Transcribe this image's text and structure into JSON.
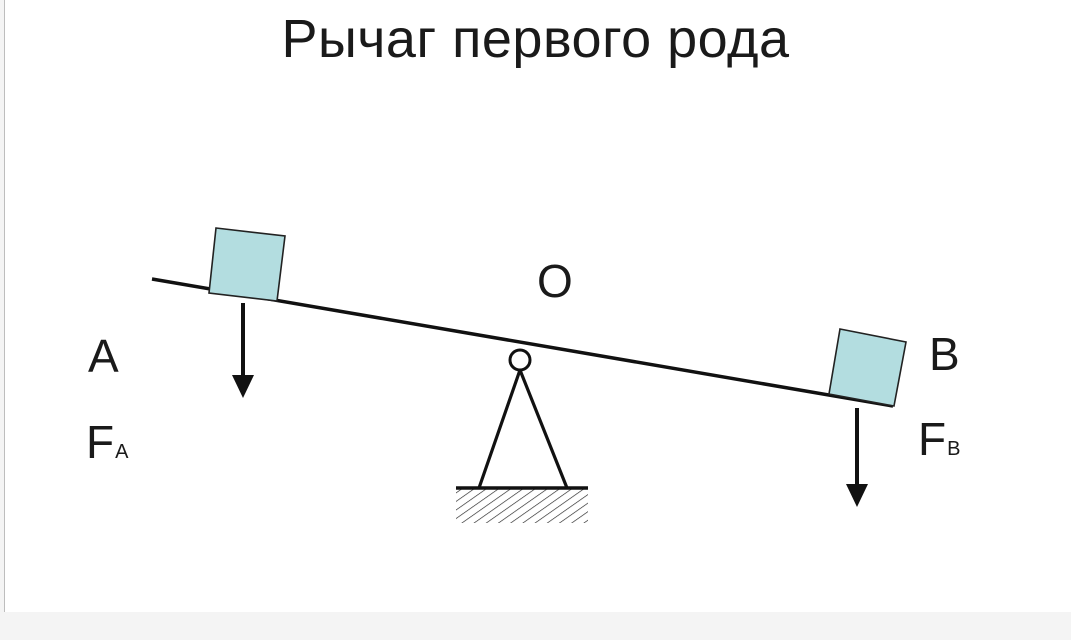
{
  "title": "Рычаг первого рода",
  "labels": {
    "A": "A",
    "B": "B",
    "O": "O",
    "FA_main": "F",
    "FA_sub": "A",
    "FB_main": "F",
    "FB_sub": "B"
  },
  "colors": {
    "weight_fill": "#b3dde0",
    "line": "#111111"
  }
}
